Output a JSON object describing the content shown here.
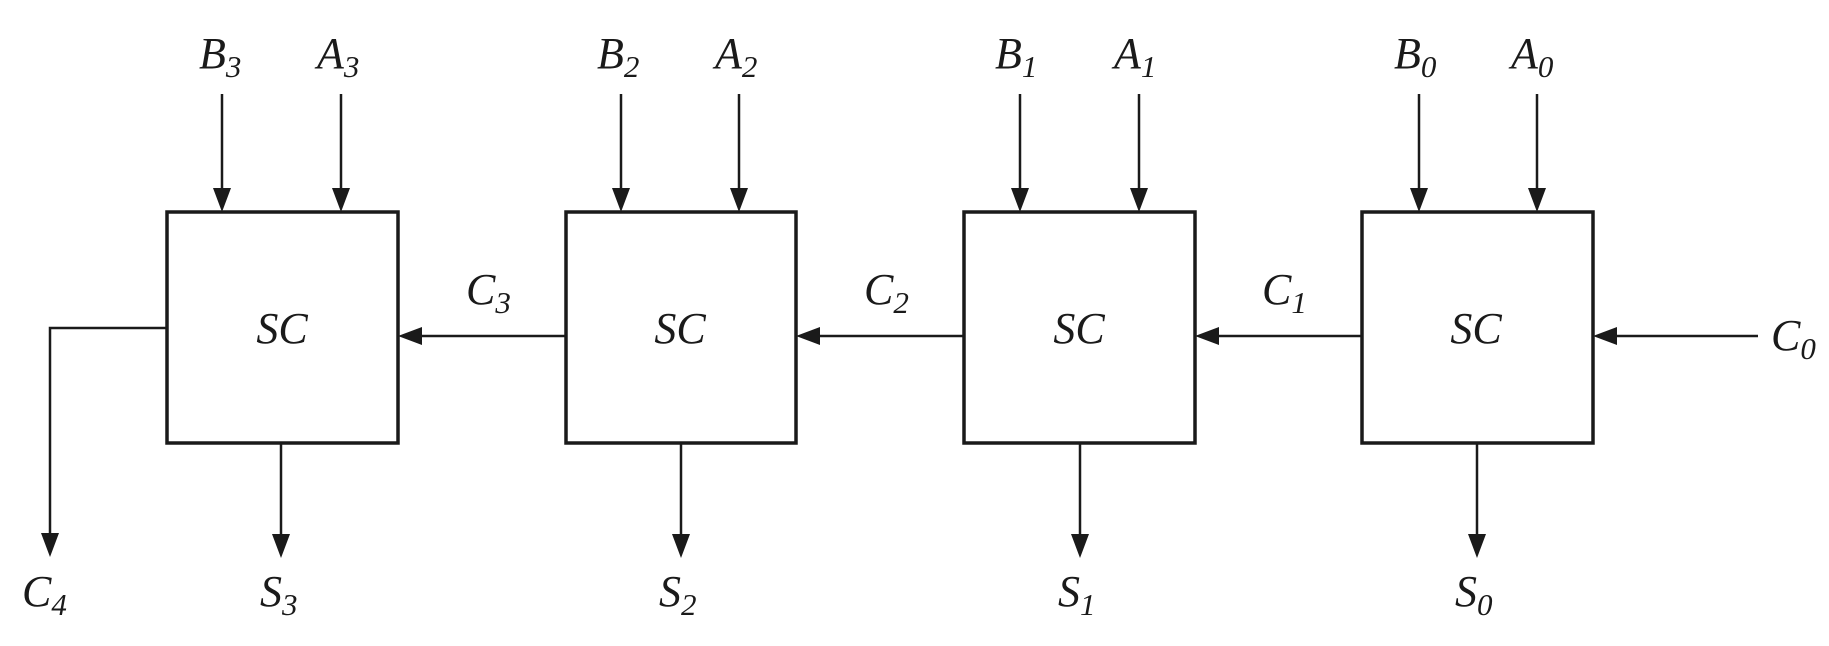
{
  "cells": [
    {
      "label": "SC",
      "b": {
        "sym": "B",
        "sub": "3"
      },
      "a": {
        "sym": "A",
        "sub": "3"
      },
      "s": {
        "sym": "S",
        "sub": "3"
      }
    },
    {
      "label": "SC",
      "b": {
        "sym": "B",
        "sub": "2"
      },
      "a": {
        "sym": "A",
        "sub": "2"
      },
      "s": {
        "sym": "S",
        "sub": "2"
      }
    },
    {
      "label": "SC",
      "b": {
        "sym": "B",
        "sub": "1"
      },
      "a": {
        "sym": "A",
        "sub": "1"
      },
      "s": {
        "sym": "S",
        "sub": "1"
      }
    },
    {
      "label": "SC",
      "b": {
        "sym": "B",
        "sub": "0"
      },
      "a": {
        "sym": "A",
        "sub": "0"
      },
      "s": {
        "sym": "S",
        "sub": "0"
      }
    }
  ],
  "carries": [
    {
      "sym": "C",
      "sub": "4"
    },
    {
      "sym": "C",
      "sub": "3"
    },
    {
      "sym": "C",
      "sub": "2"
    },
    {
      "sym": "C",
      "sub": "1"
    },
    {
      "sym": "C",
      "sub": "0"
    }
  ]
}
